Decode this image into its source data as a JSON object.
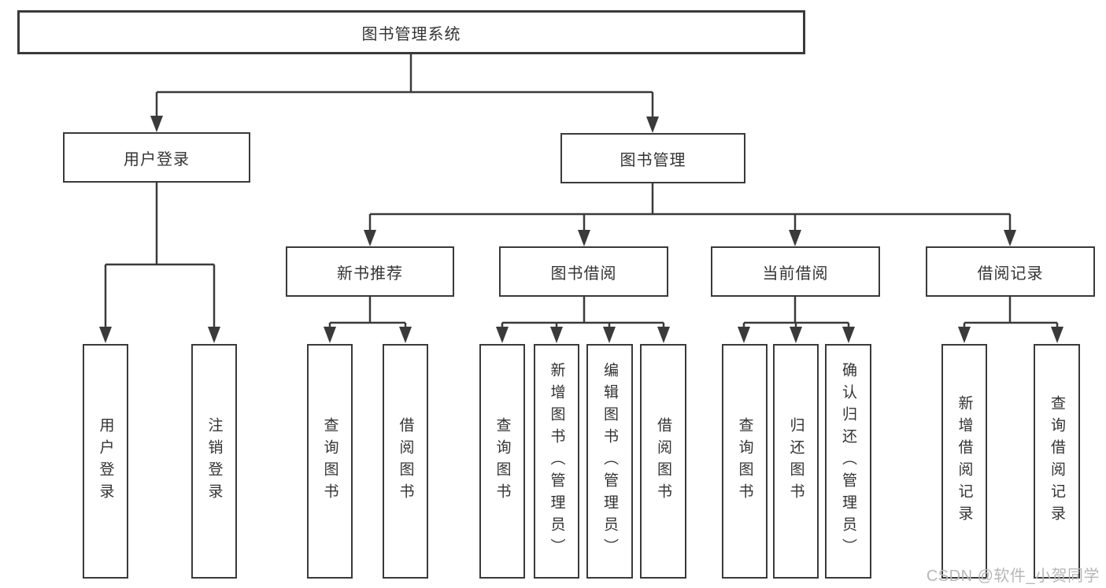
{
  "diagram": {
    "root": {
      "label": "图书管理系统"
    },
    "branches": [
      {
        "label": "用户登录",
        "children": [
          {
            "label": "用户登录"
          },
          {
            "label": "注销登录"
          }
        ]
      },
      {
        "label": "图书管理",
        "children": [
          {
            "label": "新书推荐",
            "children": [
              {
                "label": "查询图书"
              },
              {
                "label": "借阅图书"
              }
            ]
          },
          {
            "label": "图书借阅",
            "children": [
              {
                "label": "查询图书"
              },
              {
                "label": "新增图书（管理员）"
              },
              {
                "label": "编辑图书（管理员）"
              },
              {
                "label": "借阅图书"
              }
            ]
          },
          {
            "label": "当前借阅",
            "children": [
              {
                "label": "查询图书"
              },
              {
                "label": "归还图书"
              },
              {
                "label": "确认归还（管理员）"
              }
            ]
          },
          {
            "label": "借阅记录",
            "children": [
              {
                "label": "新增借阅记录"
              },
              {
                "label": "查询借阅记录"
              }
            ]
          }
        ]
      }
    ]
  },
  "watermark": {
    "text": "CSDN @软件_小贺同学"
  },
  "colors": {
    "line": "#3a3a3a",
    "box_fill": "#ffffff",
    "text": "#333333",
    "watermark": "#b7b7b7"
  }
}
